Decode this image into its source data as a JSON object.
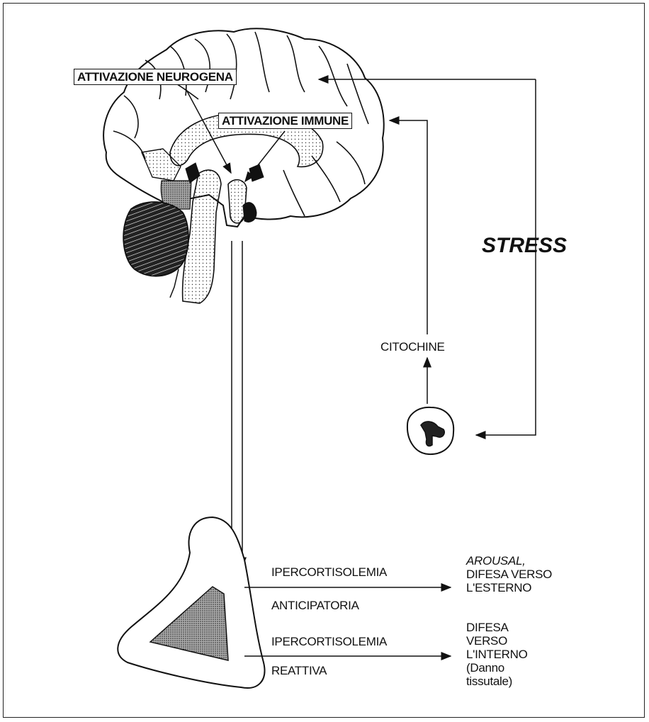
{
  "labels": {
    "neurogenic": "ATTIVAZIONE NEUROGENA",
    "immune": "ATTIVAZIONE IMMUNE",
    "stress": "STRESS",
    "cytokines": "CITOCHINE",
    "hyper1": "IPERCORTISOLEMIA",
    "anticipatory": "ANTICIPATORIA",
    "hyper2": "IPERCORTISOLEMIA",
    "reactive": "REATTIVA",
    "outcome1": {
      "line1": "AROUSAL,",
      "line2": "DIFESA VERSO",
      "line3": "L'ESTERNO"
    },
    "outcome2": {
      "line1": "DIFESA",
      "line2": "VERSO",
      "line3": "L'INTERNO",
      "line4": "(Danno",
      "line5": "tissutale)"
    }
  },
  "icons": {
    "brain": "brain-sagittal-drawing",
    "immune_cell": "immune-cell-drawing",
    "adrenal": "adrenal-gland-drawing"
  }
}
